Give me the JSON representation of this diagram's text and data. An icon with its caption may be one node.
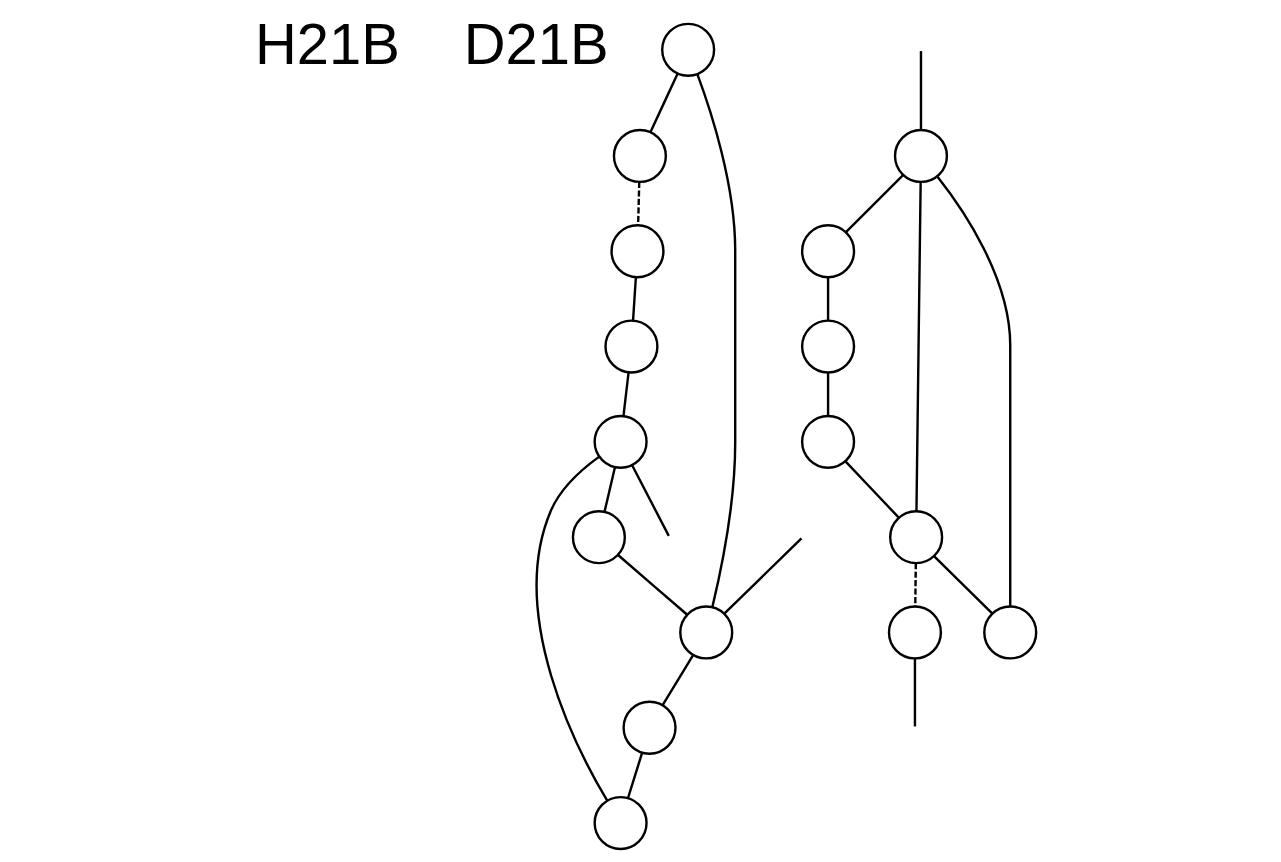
{
  "diagram": {
    "nodes": [
      {
        "text": [],
        "shape": "circle"
      },
      {
        "text": [],
        "shape": "circle"
      },
      {
        "text": [],
        "shape": "circle"
      },
      {
        "text": [],
        "shape": "circle"
      },
      {
        "text": [],
        "shape": "circle"
      },
      {
        "text": [],
        "shape": "circle"
      },
      {
        "text": [],
        "shape": "circle"
      },
      {
        "text": [],
        "shape": "circle"
      },
      {
        "text": [],
        "shape": "circle"
      },
      {
        "text": [],
        "shape": "circle"
      },
      {
        "text": [],
        "shape": "circle"
      },
      {
        "text": [],
        "shape": "circle"
      },
      {
        "text": [],
        "shape": "circle"
      },
      {
        "text": [],
        "shape": "circle"
      },
      {
        "text": [],
        "shape": "circle"
      },
      {
        "text": [],
        "shape": "circle"
      }
    ],
    "edges": [
      {
        "from": 0,
        "to": 1,
        "arrow": "none",
        "style": "dashed"
      },
      {
        "from": 2,
        "to": 0,
        "arrow": "none"
      },
      {
        "from": 1,
        "to": 8,
        "arrow": "none"
      },
      {
        "from": null,
        "to": 3,
        "arrow": "none"
      },
      {
        "from": 2,
        "to": 3,
        "arrow": "none"
      },
      {
        "from": 3,
        "to": 4,
        "arrow": "none"
      },
      {
        "from": 5,
        "to": 3,
        "arrow": "none"
      },
      {
        "from": 7,
        "to": 5,
        "arrow": "none"
      },
      {
        "from": 4,
        "to": 6,
        "arrow": "none"
      },
      {
        "from": 6,
        "to": 7,
        "arrow": "none"
      },
      {
        "from": 8,
        "to": 7,
        "arrow": "none"
      },
      {
        "from": 7,
        "to": null,
        "arrow": "none"
      },
      {
        "from": null,
        "to": 9,
        "arrow": "none"
      },
      {
        "from": 11,
        "to": 9,
        "arrow": "none"
      },
      {
        "from": 9,
        "to": 12,
        "arrow": "none"
      },
      {
        "from": 9,
        "to": 10,
        "arrow": "none"
      },
      {
        "from": 10,
        "to": 14,
        "arrow": "none"
      },
      {
        "from": 14,
        "to": 15,
        "arrow": "none"
      },
      {
        "from": 15,
        "to": 12,
        "arrow": "none"
      },
      {
        "from": 12,
        "to": 11,
        "arrow": "none"
      },
      {
        "from": 12,
        "to": 13,
        "arrow": "none",
        "style": "dashed"
      },
      {
        "from": 13,
        "to": null,
        "arrow": "none"
      }
    ],
    "labels": [
      "H21B",
      "D21B"
    ]
  }
}
